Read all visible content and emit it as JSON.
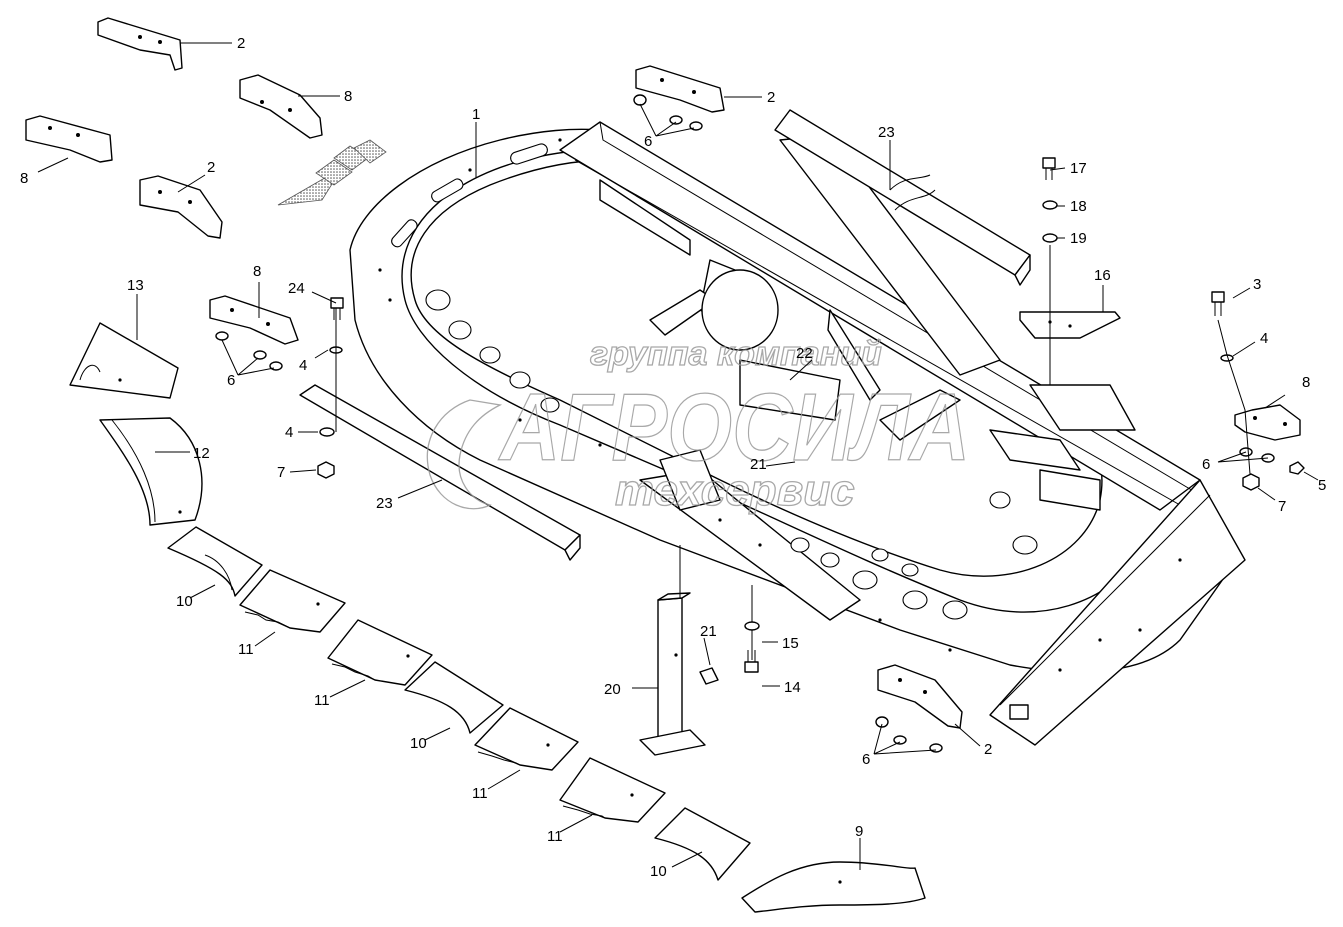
{
  "watermark": {
    "line1": "группа компаний",
    "line2": "АГРОСИЛА",
    "line3": "техсервис"
  },
  "callouts": [
    {
      "id": "c2a",
      "label": "2"
    },
    {
      "id": "c8a",
      "label": "8"
    },
    {
      "id": "c8b",
      "label": "8"
    },
    {
      "id": "c2b",
      "label": "2"
    },
    {
      "id": "c8c",
      "label": "8"
    },
    {
      "id": "c24",
      "label": "24"
    },
    {
      "id": "c6a",
      "label": "6"
    },
    {
      "id": "c4a",
      "label": "4"
    },
    {
      "id": "c13",
      "label": "13"
    },
    {
      "id": "c12",
      "label": "12"
    },
    {
      "id": "c4b",
      "label": "4"
    },
    {
      "id": "c7a",
      "label": "7"
    },
    {
      "id": "c23a",
      "label": "23"
    },
    {
      "id": "c10a",
      "label": "10"
    },
    {
      "id": "c11a",
      "label": "11"
    },
    {
      "id": "c11b",
      "label": "11"
    },
    {
      "id": "c10b",
      "label": "10"
    },
    {
      "id": "c11c",
      "label": "11"
    },
    {
      "id": "c11d",
      "label": "11"
    },
    {
      "id": "c10c",
      "label": "10"
    },
    {
      "id": "c9",
      "label": "9"
    },
    {
      "id": "c1",
      "label": "1"
    },
    {
      "id": "c2c",
      "label": "2"
    },
    {
      "id": "c6b",
      "label": "6"
    },
    {
      "id": "c23b",
      "label": "23"
    },
    {
      "id": "c22",
      "label": "22"
    },
    {
      "id": "c21a",
      "label": "21"
    },
    {
      "id": "c20",
      "label": "20"
    },
    {
      "id": "c21b",
      "label": "21"
    },
    {
      "id": "c15",
      "label": "15"
    },
    {
      "id": "c14",
      "label": "14"
    },
    {
      "id": "c17",
      "label": "17"
    },
    {
      "id": "c18",
      "label": "18"
    },
    {
      "id": "c19",
      "label": "19"
    },
    {
      "id": "c16",
      "label": "16"
    },
    {
      "id": "c3",
      "label": "3"
    },
    {
      "id": "c4c",
      "label": "4"
    },
    {
      "id": "c8d",
      "label": "8"
    },
    {
      "id": "c6c",
      "label": "6"
    },
    {
      "id": "c5",
      "label": "5"
    },
    {
      "id": "c7b",
      "label": "7"
    },
    {
      "id": "c2d",
      "label": "2"
    },
    {
      "id": "c6d",
      "label": "6"
    }
  ]
}
